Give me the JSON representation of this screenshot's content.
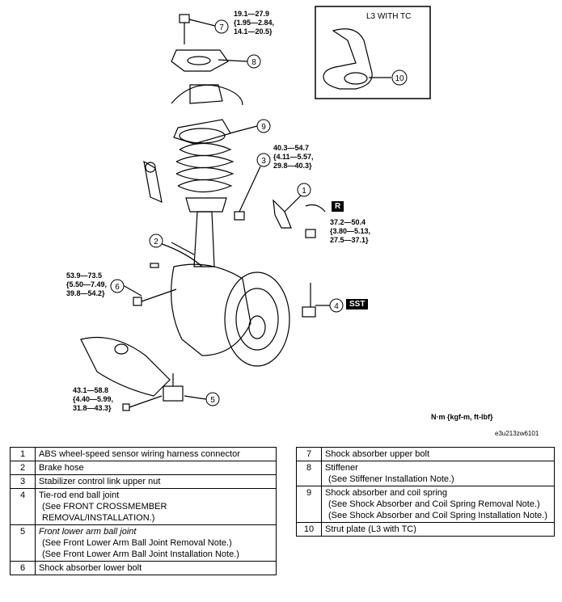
{
  "torque_specs": {
    "t7": "19.1—27.9\n{1.95—2.84,\n14.1—20.5}",
    "t3": "40.3—54.7\n{4.11—5.57,\n29.8—40.3}",
    "t1": "37.2—50.4\n{3.80—5.13,\n27.5—37.1}",
    "t6": "53.9—73.5\n{5.50—7.49,\n39.8—54.2}",
    "t5": "43.1—58.8\n{4.40—5.99,\n31.8—43.3}"
  },
  "callouts": [
    "1",
    "2",
    "3",
    "4",
    "5",
    "6",
    "7",
    "8",
    "9",
    "10"
  ],
  "tags": {
    "r": "R",
    "sst": "SST"
  },
  "inset_label": "L3 WITH TC",
  "units": "N·m {kgf-m, ft-lbf}",
  "figure_code": "e3u213zw6101",
  "left_table": [
    {
      "num": "1",
      "name": "ABS wheel-speed sensor wiring harness connector",
      "notes": []
    },
    {
      "num": "2",
      "name": "Brake hose",
      "notes": []
    },
    {
      "num": "3",
      "name": "Stabilizer control link upper nut",
      "notes": []
    },
    {
      "num": "4",
      "name": "Tie-rod end ball joint",
      "notes": [
        "(See FRONT CROSSMEMBER REMOVAL/INSTALLATION.)"
      ]
    },
    {
      "num": "5",
      "name": "Front lower arm ball joint",
      "notes": [
        "(See Front Lower Arm Ball Joint Removal Note.)",
        "(See Front Lower Arm Ball Joint Installation Note.)"
      ]
    },
    {
      "num": "6",
      "name": "Shock absorber lower bolt",
      "notes": []
    }
  ],
  "right_table": [
    {
      "num": "7",
      "name": "Shock absorber upper bolt",
      "notes": []
    },
    {
      "num": "8",
      "name": "Stiffener",
      "notes": [
        "(See Stiffener Installation Note.)"
      ]
    },
    {
      "num": "9",
      "name": "Shock absorber and coil spring",
      "notes": [
        "(See Shock Absorber and Coil Spring Removal Note.)",
        "(See Shock Absorber and Coil Spring Installation Note.)"
      ]
    },
    {
      "num": "10",
      "name": "Strut plate (L3 with TC)",
      "notes": []
    }
  ]
}
